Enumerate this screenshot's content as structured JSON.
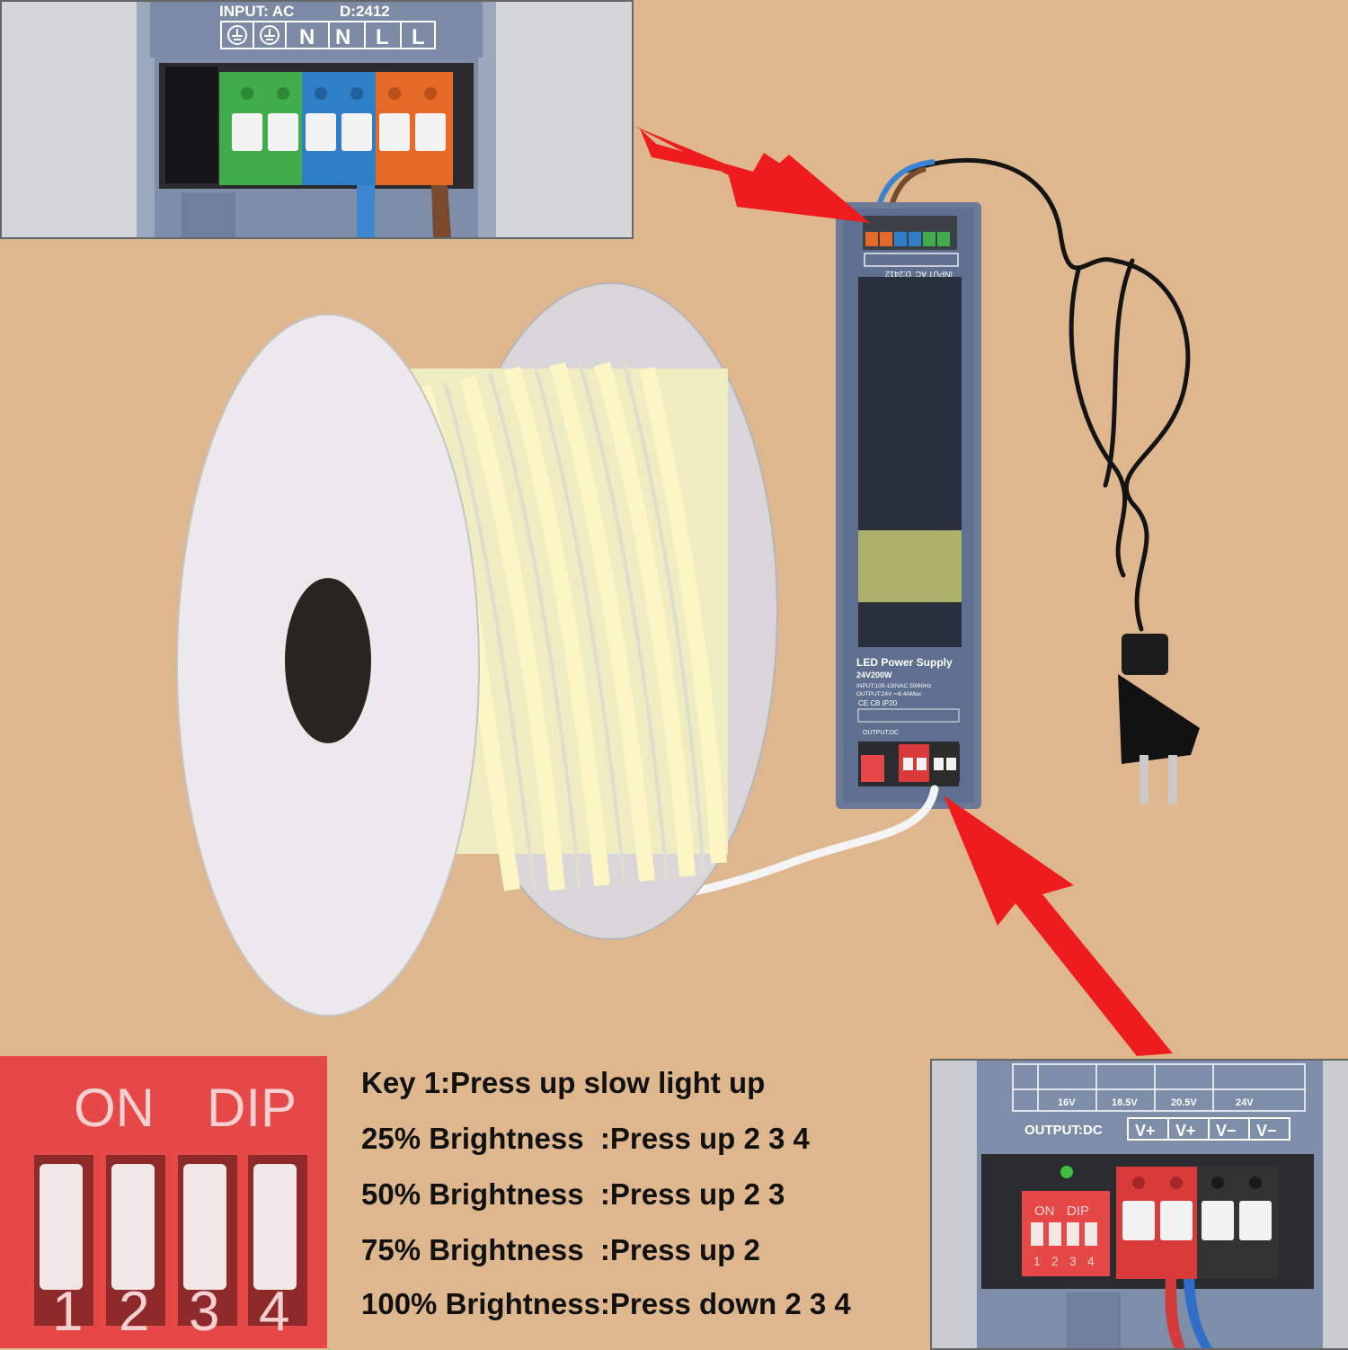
{
  "top_inset": {
    "input_label": "INPUT: AC",
    "model_label": "D:2412",
    "terminals": [
      "N",
      "N",
      "L",
      "L"
    ]
  },
  "psu": {
    "title": "LED Power Supply",
    "rating": "24V200W",
    "input_spec": "INPUT:100-130VAC 50/60Hz",
    "output_spec": "OUTPUT:24V ⎓8.4AMax",
    "marks": "CE  CB  IP20",
    "output_label": "OUTPUT:DC",
    "side_label": "INPUT AC",
    "side_model": "D:2412"
  },
  "dip_inset": {
    "on_label": "ON",
    "dip_label": "DIP",
    "switch_numbers": [
      "1",
      "2",
      "3",
      "4"
    ]
  },
  "output_inset": {
    "voltages": [
      "16V",
      "18.5V",
      "20.5V",
      "24V"
    ],
    "output_label": "OUTPUT:DC",
    "terminals": [
      "V+",
      "V+",
      "V−",
      "V−"
    ],
    "on_label": "ON",
    "dip_label": "DIP",
    "switch_numbers": [
      "1",
      "2",
      "3",
      "4"
    ]
  },
  "instructions": [
    "Key 1:Press up slow light up",
    "25% Brightness  :Press up 2 3 4",
    "50% Brightness  :Press up 2 3",
    "75% Brightness  :Press up 2",
    "100% Brightness:Press down 2 3 4"
  ],
  "colors": {
    "background": "#dfb78f",
    "arrow": "#ee1c1c",
    "psu_body": "#5e6f8f",
    "dip_red": "#e64848"
  }
}
